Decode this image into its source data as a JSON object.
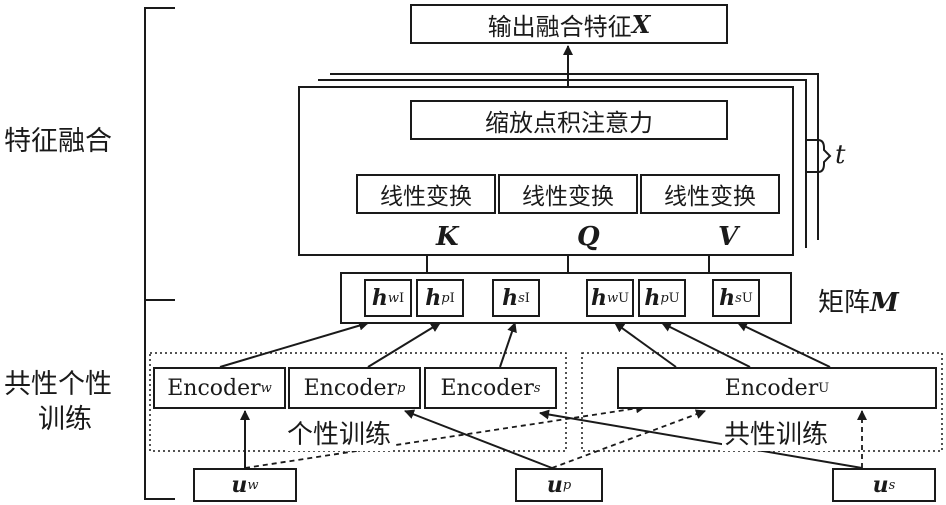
{
  "labels": {
    "fusion_section": "特征融合",
    "training_section_line1": "共性个性",
    "training_section_line2": "训练",
    "repeat_label": "t",
    "individual_training": "个性训练",
    "common_training": "共性训练",
    "matrix_prefix": "矩阵",
    "matrix_var": "M"
  },
  "boxes": {
    "output_prefix": "输出融合特征",
    "output_var": "X",
    "attention": "缩放点积注意力",
    "linear_transform": "线性变换"
  },
  "kqv": [
    "K",
    "Q",
    "V"
  ],
  "matrix_cells": [
    {
      "base": "h",
      "sub": "w",
      "sup": "I"
    },
    {
      "base": "h",
      "sub": "p",
      "sup": "I"
    },
    {
      "base": "h",
      "sub": "s",
      "sup": "I"
    },
    {
      "base": "h",
      "sub": "w",
      "sup": "U"
    },
    {
      "base": "h",
      "sub": "p",
      "sup": "U"
    },
    {
      "base": "h",
      "sub": "s",
      "sup": "U"
    }
  ],
  "encoders": [
    {
      "name": "Encoder",
      "sub": "w"
    },
    {
      "name": "Encoder",
      "sub": "p"
    },
    {
      "name": "Encoder",
      "sub": "s"
    },
    {
      "name": "Encoder",
      "sub": "U"
    }
  ],
  "inputs": [
    {
      "base": "u",
      "sub": "w"
    },
    {
      "base": "u",
      "sub": "p"
    },
    {
      "base": "u",
      "sub": "s"
    }
  ]
}
